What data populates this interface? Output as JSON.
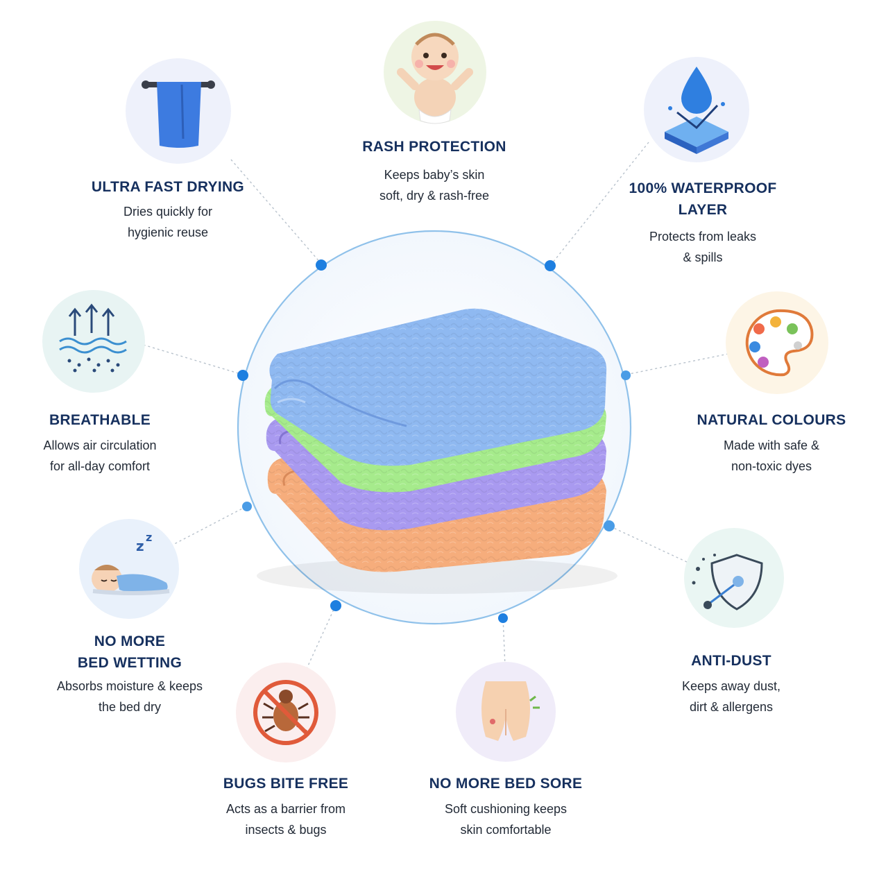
{
  "colors": {
    "title": "#16305e",
    "text": "#222a36",
    "connector_dot": "#1e7fe0",
    "ring": "#8fc1ea",
    "towel_blue": "#8fb9f1",
    "towel_green": "#a6eb8c",
    "towel_purple": "#a99af0",
    "towel_orange": "#f6ad7c"
  },
  "features": [
    {
      "id": "ultra-fast-drying",
      "icon": "towel-on-rail-icon",
      "title": "ULTRA FAST DRYING",
      "desc": "Dries quickly for\nhygienic reuse"
    },
    {
      "id": "rash-protection",
      "icon": "happy-baby-icon",
      "title": "RASH PROTECTION",
      "desc": "Keeps baby’s skin\nsoft, dry & rash-free"
    },
    {
      "id": "waterproof-layer",
      "icon": "water-drop-layer-icon",
      "title": "100% WATERPROOF\nLAYER",
      "desc": "Protects from leaks\n& spills"
    },
    {
      "id": "breathable",
      "icon": "air-flow-arrows-icon",
      "title": "BREATHABLE",
      "desc": "Allows air circulation\nfor all-day comfort"
    },
    {
      "id": "natural-colours",
      "icon": "paint-palette-icon",
      "title": "NATURAL COLOURS",
      "desc": "Made with safe &\nnon-toxic dyes"
    },
    {
      "id": "no-more-bed-wetting",
      "icon": "sleeping-baby-icon",
      "title": "NO MORE\nBED WETTING",
      "desc": "Absorbs moisture & keeps\nthe bed dry"
    },
    {
      "id": "anti-dust",
      "icon": "shield-dust-icon",
      "title": "ANTI-DUST",
      "desc": "Keeps away dust,\ndirt & allergens"
    },
    {
      "id": "bugs-bite-free",
      "icon": "no-bug-icon",
      "title": "BUGS BITE FREE",
      "desc": "Acts as a barrier from\ninsects & bugs"
    },
    {
      "id": "no-more-bed-sore",
      "icon": "bed-sore-relief-icon",
      "title": "NO MORE BED SORE",
      "desc": "Soft cushioning keeps\nskin comfortable"
    }
  ]
}
